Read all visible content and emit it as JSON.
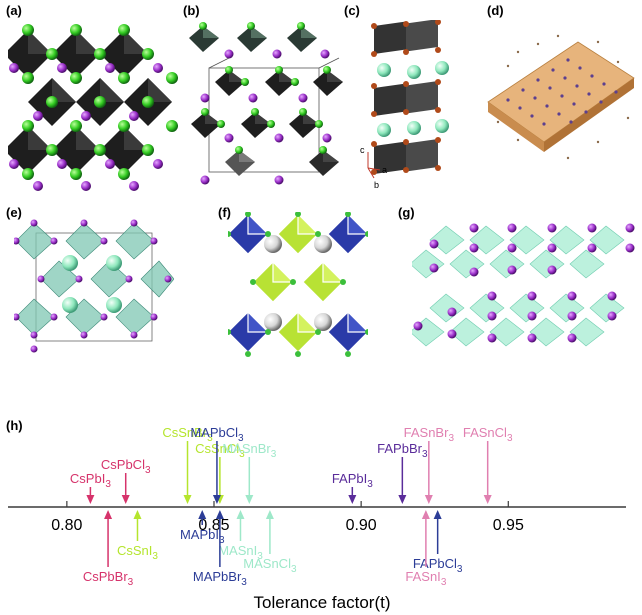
{
  "panels": {
    "a": "(a)",
    "b": "(b)",
    "c": "(c)",
    "d": "(d)",
    "e": "(e)",
    "f": "(f)",
    "g": "(g)",
    "h": "(h)"
  },
  "axes_c": {
    "c": "c",
    "b": "b",
    "a": "a"
  },
  "chart_data": {
    "type": "scatter",
    "title": "",
    "xlabel": "Tolerance factor(t)",
    "ylabel": "",
    "xlim": [
      0.78,
      0.99
    ],
    "x_ticks": [
      {
        "value": 0.8,
        "label": "0.80"
      },
      {
        "value": 0.85,
        "label": "0.85"
      },
      {
        "value": 0.9,
        "label": "0.90"
      },
      {
        "value": 0.95,
        "label": "0.95"
      }
    ],
    "grid": false,
    "colors": {
      "axis": "#3a3a3a",
      "magenta": "#d6336b",
      "lime": "#b5e52d",
      "navy": "#2c3d97",
      "mint": "#9ee8c9",
      "purple": "#5a2c9a",
      "pink": "#e07fb0"
    },
    "compounds": [
      {
        "base": "CsPbI",
        "sub": "3",
        "t": 0.808,
        "side": "above",
        "level": 3,
        "color": "magenta"
      },
      {
        "base": "CsPbCl",
        "sub": "3",
        "t": 0.82,
        "side": "above",
        "level": 2,
        "color": "magenta"
      },
      {
        "base": "CsSnBr",
        "sub": "3",
        "t": 0.841,
        "side": "above",
        "level": 0,
        "color": "lime"
      },
      {
        "base": "CsSnCl",
        "sub": "3",
        "t": 0.852,
        "side": "above",
        "level": 1,
        "color": "lime"
      },
      {
        "base": "MAPbCl",
        "sub": "3",
        "t": 0.851,
        "side": "above",
        "level": 0,
        "color": "navy"
      },
      {
        "base": "MASnBr",
        "sub": "3",
        "t": 0.862,
        "side": "above",
        "level": 1,
        "color": "mint"
      },
      {
        "base": "FAPbI",
        "sub": "3",
        "t": 0.897,
        "side": "above",
        "level": 3,
        "color": "purple"
      },
      {
        "base": "FAPbBr",
        "sub": "3",
        "t": 0.914,
        "side": "above",
        "level": 1,
        "color": "purple"
      },
      {
        "base": "FASnBr",
        "sub": "3",
        "t": 0.923,
        "side": "above",
        "level": 0,
        "color": "pink"
      },
      {
        "base": "FASnCl",
        "sub": "3",
        "t": 0.943,
        "side": "above",
        "level": 0,
        "color": "pink"
      },
      {
        "base": "CsPbBr",
        "sub": "3",
        "t": 0.814,
        "side": "below",
        "level": 3,
        "color": "magenta"
      },
      {
        "base": "CsSnI",
        "sub": "3",
        "t": 0.824,
        "side": "below",
        "level": 1,
        "color": "lime"
      },
      {
        "base": "MAPbI",
        "sub": "3",
        "t": 0.846,
        "side": "below",
        "level": 0,
        "color": "navy"
      },
      {
        "base": "MASnI",
        "sub": "3",
        "t": 0.859,
        "side": "below",
        "level": 1,
        "color": "mint"
      },
      {
        "base": "MAPbBr",
        "sub": "3",
        "t": 0.852,
        "side": "below",
        "level": 3,
        "color": "navy"
      },
      {
        "base": "MASnCl",
        "sub": "3",
        "t": 0.869,
        "side": "below",
        "level": 2,
        "color": "mint"
      },
      {
        "base": "FAPbCl",
        "sub": "3",
        "t": 0.926,
        "side": "below",
        "level": 2,
        "color": "navy"
      },
      {
        "base": "FASnI",
        "sub": "3",
        "t": 0.922,
        "side": "below",
        "level": 3,
        "color": "pink"
      }
    ]
  }
}
